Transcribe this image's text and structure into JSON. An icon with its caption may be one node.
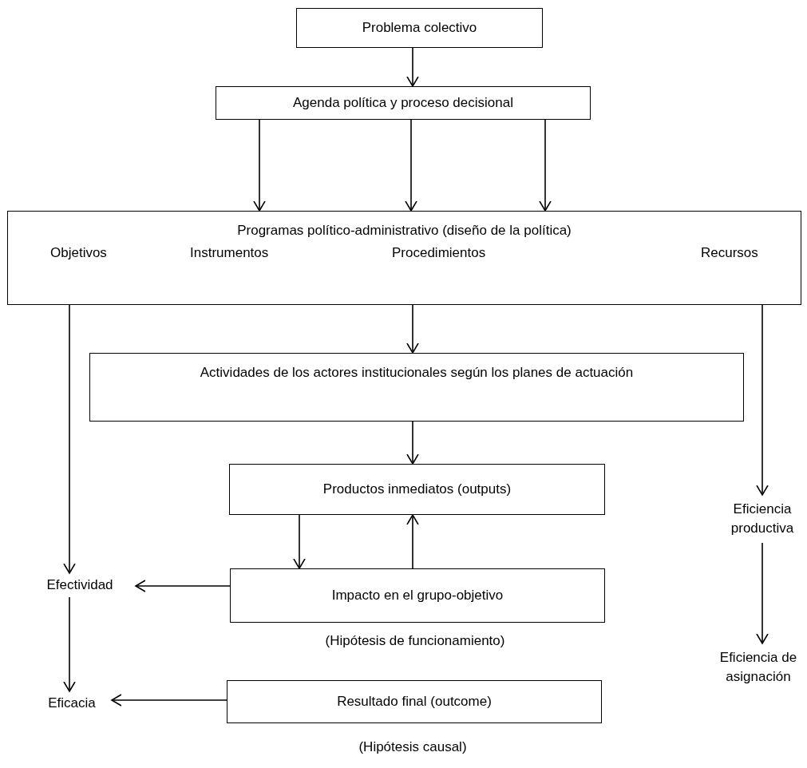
{
  "diagram": {
    "nodes": [
      {
        "text": [
          "Problema colectivo"
        ]
      },
      {
        "text": [
          "Agenda política y proceso decisional"
        ]
      },
      {
        "text": [
          "Programas político-administrativo (diseño de la política)",
          "Objetivos",
          "Instrumentos",
          "Procedimientos",
          "Recursos"
        ]
      },
      {
        "text": [
          "Actividades de los actores institucionales según los planes de actuación"
        ]
      },
      {
        "text": [
          "Productos inmediatos (outputs)"
        ]
      },
      {
        "text": [
          "Impacto en el grupo-objetivo"
        ]
      },
      {
        "text": [
          "Resultado final (outcome)"
        ]
      },
      {
        "text": [
          "Efectividad"
        ]
      },
      {
        "text": [
          "Eficacia"
        ]
      },
      {
        "text": [
          "Eficiencia productiva"
        ]
      },
      {
        "text": [
          "Eficiencia de asignación"
        ]
      }
    ],
    "edges": [
      {
        "from": 0,
        "to": 1,
        "arrow": "to"
      },
      {
        "from": 1,
        "to": 2,
        "arrow": "to"
      },
      {
        "from": 1,
        "to": 2,
        "arrow": "to"
      },
      {
        "from": 1,
        "to": 2,
        "arrow": "to"
      },
      {
        "from": 2,
        "to": 3,
        "arrow": "to"
      },
      {
        "from": 2,
        "to": 7,
        "arrow": "to"
      },
      {
        "from": 2,
        "to": 9,
        "arrow": "to"
      },
      {
        "from": 3,
        "to": 4,
        "arrow": "to"
      },
      {
        "from": 4,
        "to": 5,
        "arrow": "to"
      },
      {
        "from": 5,
        "to": 4,
        "arrow": "to"
      },
      {
        "from": 5,
        "to": 7,
        "arrow": "to"
      },
      {
        "from": 7,
        "to": 8,
        "arrow": "to"
      },
      {
        "from": 6,
        "to": 8,
        "arrow": "to"
      },
      {
        "from": 9,
        "to": 10,
        "arrow": "to"
      }
    ],
    "labels": [
      "(Hipótesis de funcionamiento)",
      "(Hipótesis causal)"
    ]
  }
}
